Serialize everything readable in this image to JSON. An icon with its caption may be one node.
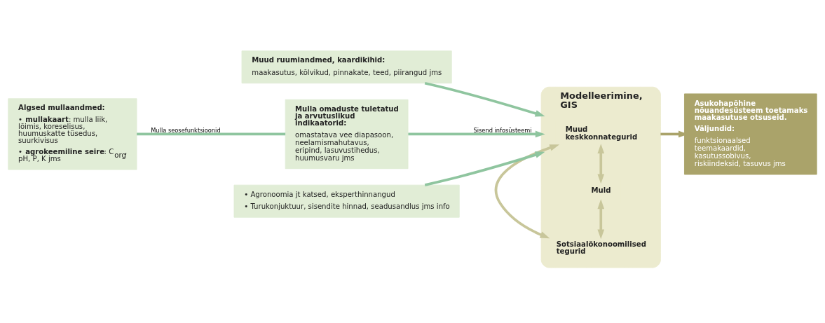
{
  "diagram": {
    "nodes": [
      {
        "text": [
          "Muud ruumiandmed, kaardikihid:",
          "maakasutus, kõlvikud, pinnakate, teed, piirangud jms"
        ]
      },
      {
        "text": [
          "Algsed mullaandmed:",
          "• **mullakaart**: mulla liik, lõimis, koreselisus, huumuskatte tüsedus, suurkivisus",
          "• **agrokeemiline seire**: C$_{org}$, pH, P, K jms"
        ]
      },
      {
        "text": [
          "Mulla omaduste tuletatud ja arvutuslikud indikaatorid:",
          "omastatava vee diapasoon, neelamismahutavus, eripind, lasuvustihedus, huumusvaru jms"
        ]
      },
      {
        "text": [
          "Modelleerimine, GIS"
        ]
      },
      {
        "text": [
          "Muud keskkonnategurid"
        ],
        "in": 3
      },
      {
        "text": [
          "Muld"
        ],
        "in": 3
      },
      {
        "text": [
          "Sotsiaalökonoomilised tegurid"
        ],
        "in": 3
      },
      {
        "text": [
          "Asukohapõhine nõuandesüsteem toetamaks maakasutuse otsuseid.",
          "Väljundid:",
          "funktsionaalsed teemakaardid, kasutussobivus, riskiindeksid, tasuvus jms"
        ]
      },
      {
        "text": [
          "• Agronoomia jt katsed, eksperthinnangud",
          "• Turukonjuktuur, sisendite hinnad, seadusandlus jms info"
        ]
      }
    ],
    "edges": [
      {
        "from": 0,
        "to": 3,
        "arrow": "to"
      },
      {
        "from": 1,
        "to": 2,
        "arrow": "none",
        "label": "Mulla seosefunktsioonid"
      },
      {
        "from": 2,
        "to": 3,
        "arrow": "to",
        "label": "Sisend infosüsteemi"
      },
      {
        "from": 8,
        "to": 3,
        "arrow": "to"
      },
      {
        "from": 3,
        "to": 7,
        "arrow": "to",
        "color": "#aaa36a"
      },
      {
        "from": 4,
        "to": 5,
        "arrow": "both",
        "color": "#c8c69a"
      },
      {
        "from": 5,
        "to": 6,
        "arrow": "both",
        "color": "#c8c69a"
      },
      {
        "from": 4,
        "to": 6,
        "arrow": "both",
        "color": "#c8c69a"
      }
    ]
  }
}
